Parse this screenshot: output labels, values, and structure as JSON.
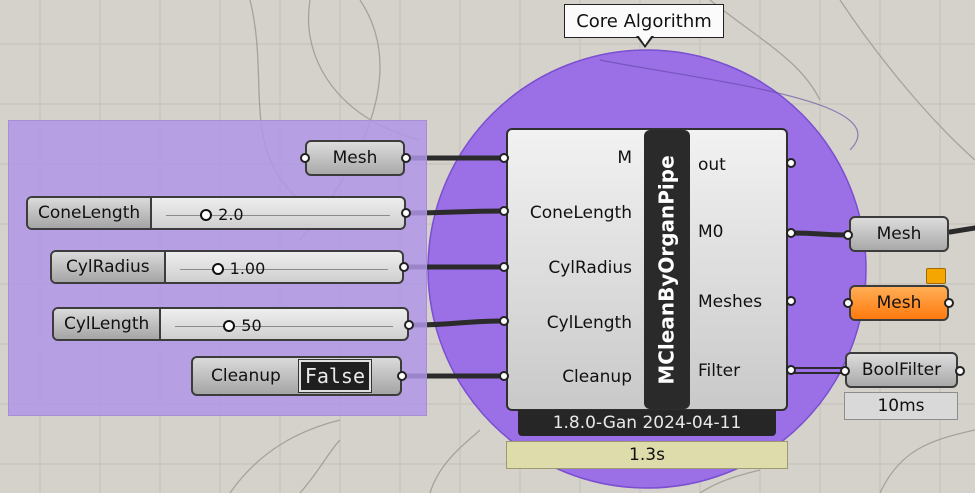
{
  "group": {
    "label": "Core Algorithm",
    "color": "#9b6fe6"
  },
  "inputs": {
    "mesh": {
      "label": "Mesh"
    },
    "cone_length": {
      "label": "ConeLength",
      "value": "2.0"
    },
    "cyl_radius": {
      "label": "CylRadius",
      "value": "1.00"
    },
    "cyl_length": {
      "label": "CylLength",
      "value": "50"
    },
    "cleanup": {
      "label": "Cleanup",
      "value": "False"
    }
  },
  "component": {
    "name": "MCleanByOrganPipe",
    "input_ports": [
      "M",
      "ConeLength",
      "CylRadius",
      "CylLength",
      "Cleanup"
    ],
    "output_ports": [
      "out",
      "M0",
      "Meshes",
      "Filter"
    ],
    "version": "1.8.0-Gan 2024-04-11",
    "profiler": "1.3s"
  },
  "outputs": {
    "mesh1": {
      "label": "Mesh"
    },
    "mesh2": {
      "label": "Mesh",
      "state": "warning"
    },
    "boolfilter": {
      "label": "BoolFilter",
      "timing": "10ms"
    }
  },
  "colors": {
    "canvas": "#d5d2cb",
    "group_fill": "#b096e8",
    "warning": "#ff8c1a"
  }
}
